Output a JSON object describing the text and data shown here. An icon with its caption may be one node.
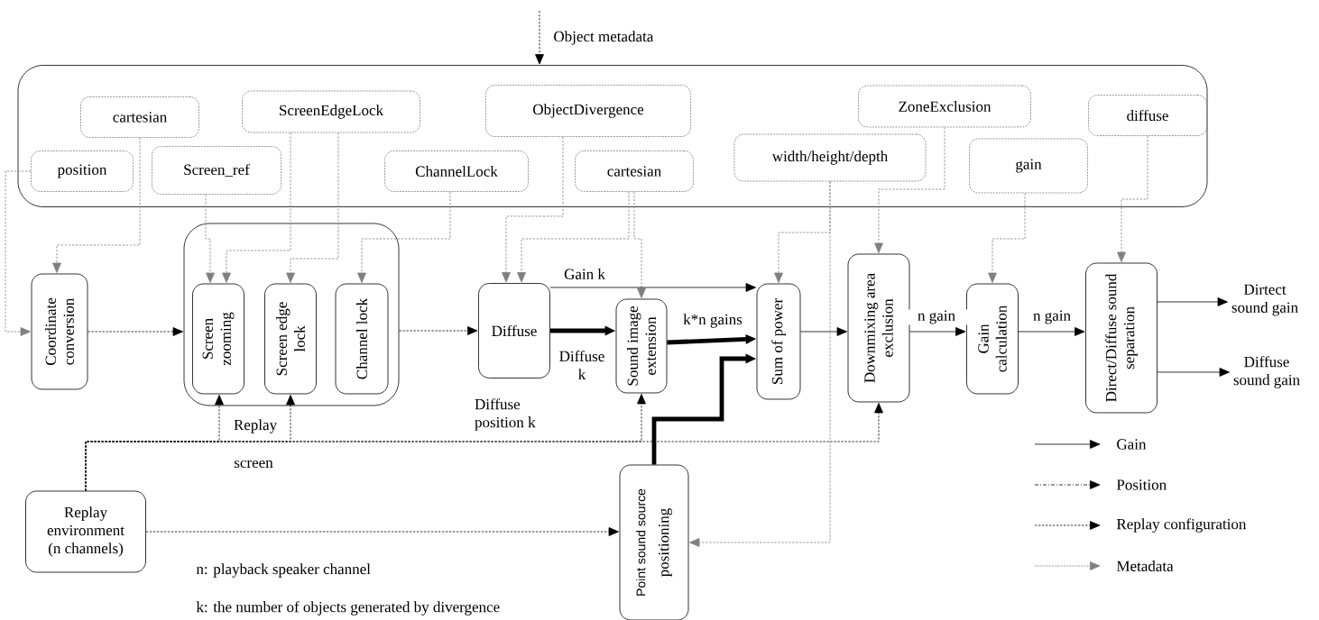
{
  "diagram": {
    "nodes": [
      {
        "text": [],
        "shape": "box"
      },
      {
        "text": [
          "cartesian"
        ],
        "in": 0
      },
      {
        "text": [
          "position"
        ],
        "in": 0
      },
      {
        "text": [
          "ScreenEdgeLock"
        ],
        "in": 0
      },
      {
        "text": [
          "Screen_ref"
        ],
        "in": 0
      },
      {
        "text": [
          "ChannelLock"
        ],
        "in": 0
      },
      {
        "text": [
          "ObjectDivergence"
        ],
        "in": 0
      },
      {
        "text": [
          "cartesian"
        ],
        "in": 0
      },
      {
        "text": [
          "width/height/depth"
        ],
        "in": 0
      },
      {
        "text": [
          "ZoneExclusion"
        ],
        "in": 0
      },
      {
        "text": [
          "gain"
        ],
        "in": 0
      },
      {
        "text": [
          "diffuse"
        ],
        "in": 0
      },
      {
        "text": [
          "Coordinate conversion"
        ]
      },
      {
        "text": [],
        "shape": "box"
      },
      {
        "text": [
          "Screen zooming"
        ],
        "in": 13
      },
      {
        "text": [
          "Screen edge lock"
        ],
        "in": 13
      },
      {
        "text": [
          "Channel lock"
        ],
        "in": 13
      },
      {
        "text": [
          "Diffuse"
        ],
        "beside": [
          "Diffuse position k"
        ]
      },
      {
        "text": [
          "Sound image extension"
        ]
      },
      {
        "text": [
          "Sum of power"
        ]
      },
      {
        "text": [
          "Downmixing area exclusion"
        ]
      },
      {
        "text": [
          "Gain calculation"
        ]
      },
      {
        "text": [
          "Direct/Diffuse sound separation"
        ]
      },
      {
        "text": [
          "Dirtect sound gain"
        ]
      },
      {
        "text": [
          "Diffuse sound gain"
        ]
      },
      {
        "text": [
          "Replay environment (n channels)"
        ]
      },
      {
        "text": [
          "Point sound source",
          "positioning"
        ]
      }
    ],
    "edges": [
      {
        "from": null,
        "to": 0,
        "arrow": "to",
        "label": "Object metadata",
        "style": "dashed"
      },
      {
        "from": 2,
        "to": 12,
        "arrow": "to",
        "style": "dashed",
        "color": "#808080"
      },
      {
        "from": 1,
        "to": 12,
        "arrow": "to",
        "style": "dashed",
        "color": "#808080"
      },
      {
        "from": 4,
        "to": 14,
        "arrow": "to",
        "style": "dashed",
        "color": "#808080"
      },
      {
        "from": 3,
        "to": 14,
        "arrow": "to",
        "style": "dashed",
        "color": "#808080"
      },
      {
        "from": 3,
        "to": 15,
        "arrow": "to",
        "style": "dashed",
        "color": "#808080"
      },
      {
        "from": 5,
        "to": 16,
        "arrow": "to",
        "style": "dashed",
        "color": "#808080"
      },
      {
        "from": 12,
        "to": 13,
        "arrow": "to",
        "style": "dashed"
      },
      {
        "from": 13,
        "to": 17,
        "arrow": "to",
        "style": "dashed"
      },
      {
        "from": 6,
        "to": 17,
        "arrow": "to",
        "style": "dashed",
        "color": "#808080"
      },
      {
        "from": 7,
        "to": 17,
        "arrow": "to",
        "style": "dashed",
        "color": "#808080"
      },
      {
        "from": 7,
        "to": 18,
        "arrow": "to",
        "style": "dashed",
        "color": "#808080"
      },
      {
        "from": 17,
        "to": 18,
        "arrow": "to",
        "label": "Diffuse k",
        "style": "thick"
      },
      {
        "from": 17,
        "to": 19,
        "arrow": "to",
        "label": "Gain k"
      },
      {
        "from": 18,
        "to": 19,
        "arrow": "to",
        "label": "k*n gains",
        "style": "thick"
      },
      {
        "from": 26,
        "to": 19,
        "arrow": "to",
        "style": "thick"
      },
      {
        "from": 19,
        "to": 20,
        "arrow": "to"
      },
      {
        "from": 20,
        "to": 21,
        "arrow": "to",
        "label": "n gain"
      },
      {
        "from": 21,
        "to": 22,
        "arrow": "to",
        "label": "n gain"
      },
      {
        "from": 22,
        "to": 23,
        "arrow": "to"
      },
      {
        "from": 22,
        "to": 24,
        "arrow": "to"
      },
      {
        "from": 8,
        "to": 19,
        "arrow": "to",
        "style": "dashed",
        "color": "#808080"
      },
      {
        "from": 8,
        "to": 26,
        "arrow": "to",
        "style": "dashed",
        "color": "#808080"
      },
      {
        "from": 9,
        "to": 20,
        "arrow": "to",
        "style": "dashed",
        "color": "#808080"
      },
      {
        "from": 10,
        "to": 21,
        "arrow": "to",
        "style": "dashed",
        "color": "#808080"
      },
      {
        "from": 11,
        "to": 22,
        "arrow": "to",
        "style": "dashed",
        "color": "#808080"
      },
      {
        "from": 25,
        "to": 14,
        "arrow": "to",
        "style": "dashed"
      },
      {
        "from": 25,
        "to": 15,
        "arrow": "to",
        "style": "dashed"
      },
      {
        "from": 25,
        "to": 18,
        "arrow": "to",
        "style": "dashed"
      },
      {
        "from": 25,
        "to": 20,
        "arrow": "to",
        "style": "dashed"
      },
      {
        "from": 25,
        "to": 26,
        "arrow": "to",
        "style": "dashed"
      }
    ],
    "labels": [
      "Replay",
      "screen",
      "n: playback speaker channel",
      "k: the number of objects generated by divergence"
    ],
    "legend": [
      {
        "text": "Gain"
      },
      {
        "text": "Position"
      },
      {
        "text": "Replay configuration"
      },
      {
        "text": "Metadata"
      }
    ]
  }
}
